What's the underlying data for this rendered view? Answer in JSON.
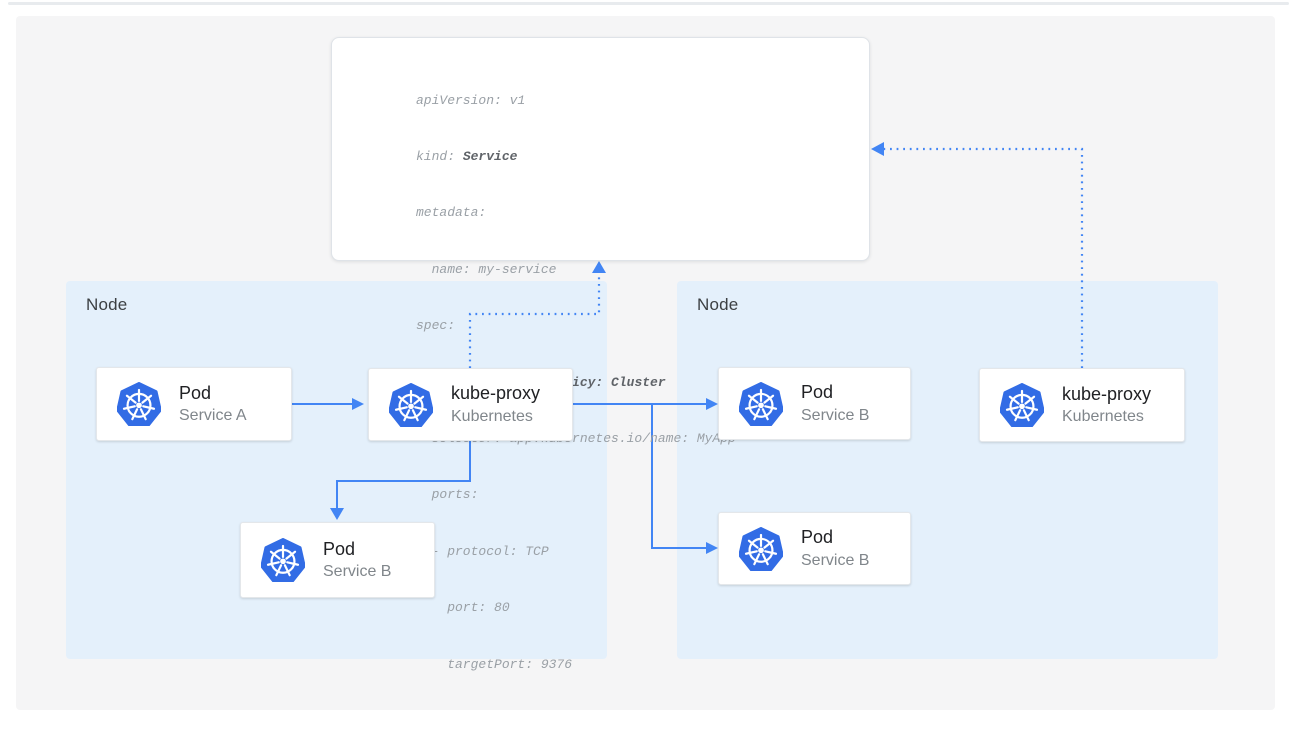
{
  "colors": {
    "kubernetes_blue": "#326ce5",
    "arrow_blue": "#4285f4",
    "node_fill": "#e4f0fb",
    "canvas_fill": "#f5f5f6"
  },
  "yaml_card": {
    "l1": "apiVersion: v1",
    "l2_plain": "kind: ",
    "l2_bold": "Service",
    "l3": "metadata:",
    "l4": "  name: my-service",
    "l5": "spec:",
    "l6_indent": "  ",
    "l6_bold": "internalTrafficPolicy: Cluster",
    "l7": "  selector: app.kubernetes.io/name: MyApp",
    "l8": "  ports:",
    "l9": "  - protocol: TCP",
    "l10": "    port: 80",
    "l11": "    targetPort: 9376"
  },
  "nodes": [
    {
      "label": "Node",
      "cards": [
        {
          "title": "Pod",
          "subtitle": "Service A"
        },
        {
          "title": "kube-proxy",
          "subtitle": "Kubernetes"
        },
        {
          "title": "Pod",
          "subtitle": "Service B"
        }
      ]
    },
    {
      "label": "Node",
      "cards": [
        {
          "title": "Pod",
          "subtitle": "Service B"
        },
        {
          "title": "Pod",
          "subtitle": "Service B"
        },
        {
          "title": "kube-proxy",
          "subtitle": "Kubernetes"
        }
      ]
    }
  ]
}
